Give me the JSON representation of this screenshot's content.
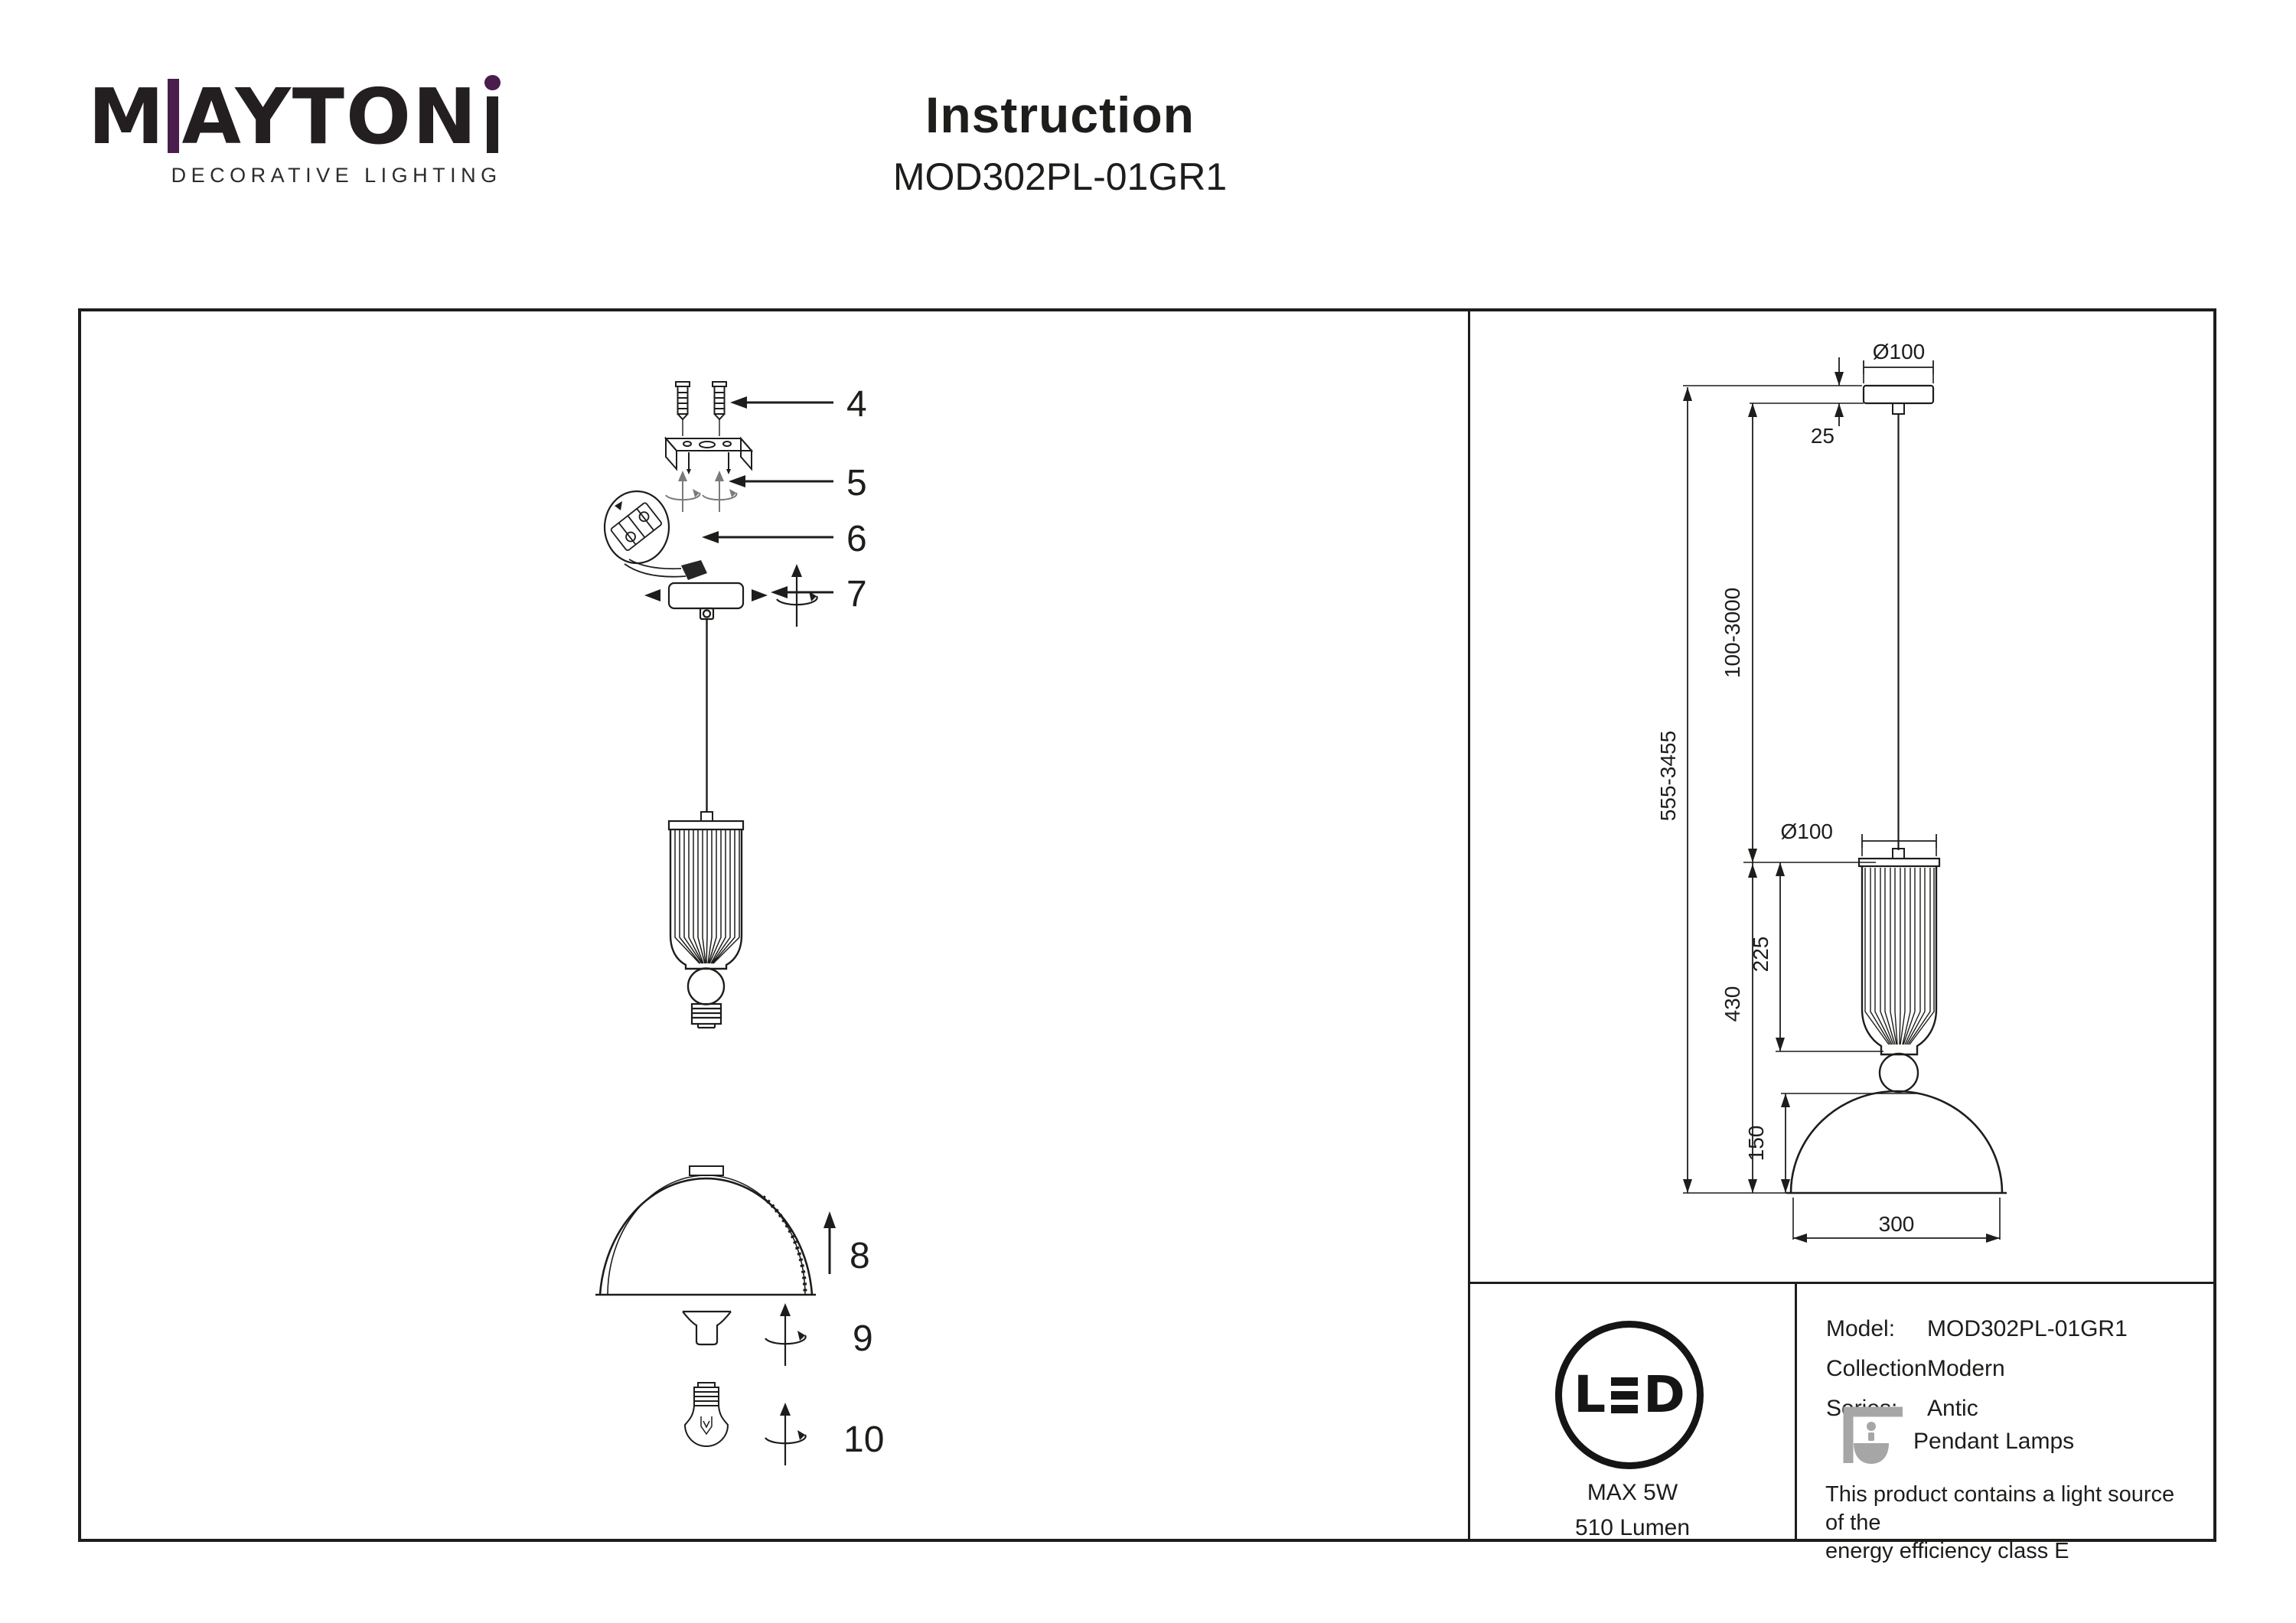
{
  "colors": {
    "ink": "#1d1d1b",
    "accent_purple": "#4a1d4d",
    "icon_gray": "#a6a6a6"
  },
  "brand": {
    "word_start": "M",
    "word_mid": "AYTON",
    "tagline": "DECORATIVE LIGHTING"
  },
  "header": {
    "title": "Instruction",
    "model": "MOD302PL-01GR1"
  },
  "steps": {
    "s4": "4",
    "s5": "5",
    "s6": "6",
    "s7": "7",
    "s8": "8",
    "s9": "9",
    "s10": "10"
  },
  "dims": {
    "canopy_diameter": "Ø100",
    "canopy_height": "25",
    "overall_height": "555-3455",
    "suspension_length": "100-3000",
    "shade_diameter": "Ø100",
    "shade_height": "225",
    "body_height": "430",
    "dome_height": "150",
    "dome_diameter": "300"
  },
  "led": {
    "letter_l": "L",
    "letter_d": "D",
    "max_power": "MAX 5W",
    "flux": "510 Lumen"
  },
  "product": {
    "rows": [
      {
        "label": "Model:",
        "value": "MOD302PL-01GR1"
      },
      {
        "label": "Collection:",
        "value": "Modern"
      },
      {
        "label": "Series:",
        "value": "Antic"
      },
      {
        "label": "",
        "value": "Pendant Lamps"
      }
    ],
    "note1": "This product contains a light source of the",
    "note2": "energy efficiency class E"
  }
}
